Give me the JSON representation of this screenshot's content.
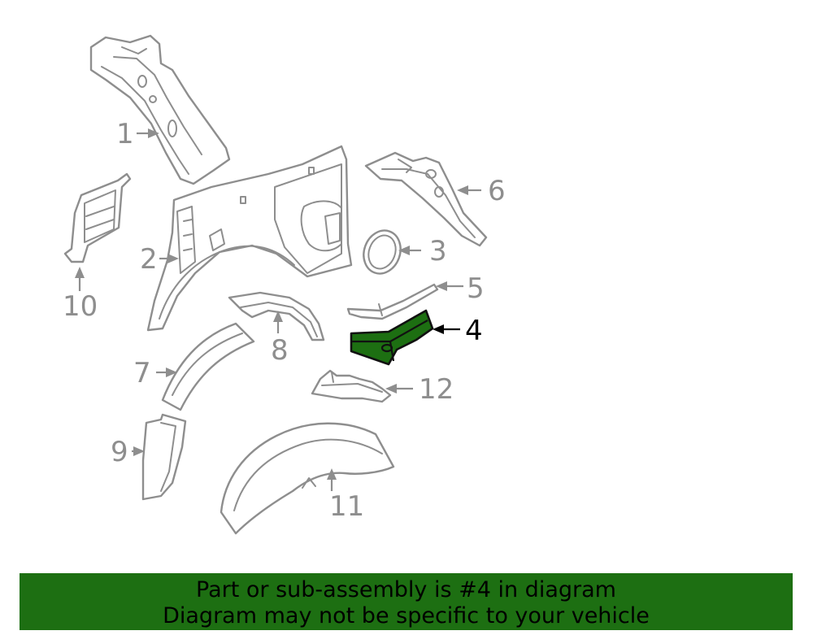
{
  "callouts": {
    "c1": "1",
    "c2": "2",
    "c3": "3",
    "c4": "4",
    "c5": "5",
    "c6": "6",
    "c7": "7",
    "c8": "8",
    "c9": "9",
    "c10": "10",
    "c11": "11",
    "c12": "12"
  },
  "highlighted_part": "4",
  "colors": {
    "highlight": "#1d6f12",
    "line_art": "#8e8e8e",
    "banner": "#1d6f12"
  },
  "banner": {
    "line1": "Part or sub-assembly is #4 in diagram",
    "line2": "Diagram may not be specific to your vehicle"
  }
}
